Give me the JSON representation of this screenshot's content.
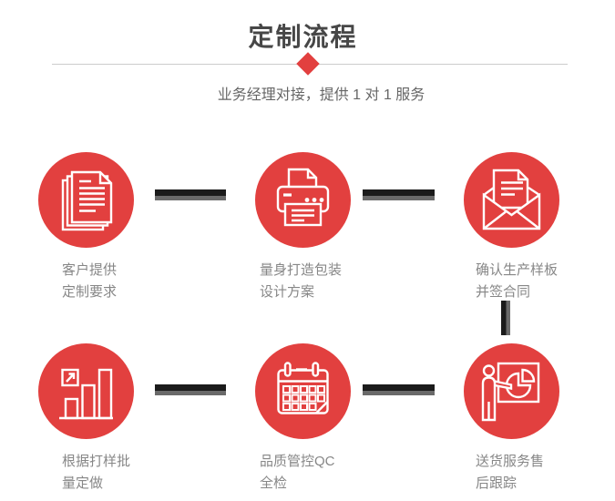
{
  "header": {
    "title": "定制流程",
    "subtitle": "业务经理对接，提供 1 对 1 服务"
  },
  "steps": [
    {
      "icon": "stacked-documents-icon",
      "label_line1": "客户提供",
      "label_line2": "定制要求"
    },
    {
      "icon": "printer-icon",
      "label_line1": "量身打造包装",
      "label_line2": "设计方案"
    },
    {
      "icon": "envelope-letter-icon",
      "label_line1": "确认生产样板",
      "label_line2": "并签合同"
    },
    {
      "icon": "bar-chart-icon",
      "label_line1": "根据打样批",
      "label_line2": "量定做"
    },
    {
      "icon": "calendar-icon",
      "label_line1": "品质管控QC",
      "label_line2": "全检"
    },
    {
      "icon": "presentation-icon",
      "label_line1": "送货服务售",
      "label_line2": "后跟踪"
    }
  ],
  "colors": {
    "accent_red": "#e2403f",
    "connector_dark": "#1b1b1b",
    "connector_gray": "#6a6a6a",
    "title_color": "#474747",
    "subtitle_color": "#666666",
    "label_color": "#878787",
    "divider_color": "#cccccc"
  }
}
